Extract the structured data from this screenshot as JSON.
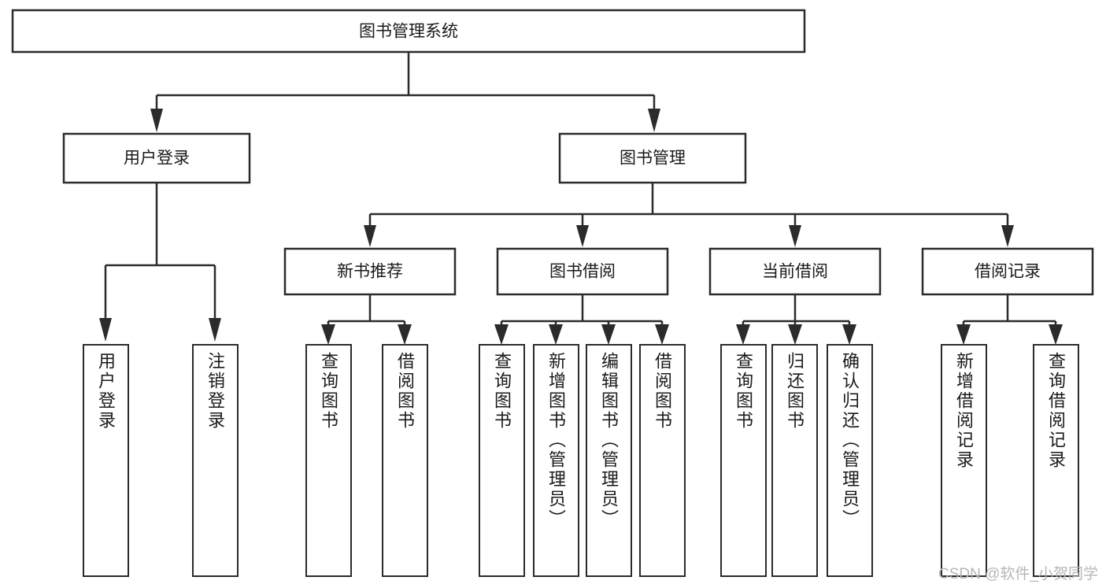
{
  "diagram": {
    "title": "图书管理系统",
    "type": "tree",
    "watermark": "CSDN @软件_小贺同学",
    "colors": {
      "box_stroke": "#2b2b2b",
      "box_fill": "#ffffff",
      "text": "#1a1a1a",
      "background": "#ffffff",
      "watermark": "#b6b6b6"
    },
    "levels": {
      "root": {
        "label": "图书管理系统"
      },
      "level2": [
        {
          "label": "用户登录"
        },
        {
          "label": "图书管理"
        }
      ],
      "level3": [
        {
          "label": "新书推荐"
        },
        {
          "label": "图书借阅"
        },
        {
          "label": "当前借阅"
        },
        {
          "label": "借阅记录"
        }
      ]
    },
    "leaves": {
      "user_login": [
        {
          "label": "用户登录"
        },
        {
          "label": "注销登录"
        }
      ],
      "new_book_recommend": [
        {
          "label": "查询图书"
        },
        {
          "label": "借阅图书"
        }
      ],
      "book_borrow": [
        {
          "label": "查询图书"
        },
        {
          "label": "新增图书（管理员）"
        },
        {
          "label": "编辑图书（管理员）"
        },
        {
          "label": "借阅图书"
        }
      ],
      "current_borrow": [
        {
          "label": "查询图书"
        },
        {
          "label": "归还图书"
        },
        {
          "label": "确认归还（管理员）"
        }
      ],
      "borrow_record": [
        {
          "label": "新增借阅记录"
        },
        {
          "label": "查询借阅记录"
        }
      ]
    }
  }
}
